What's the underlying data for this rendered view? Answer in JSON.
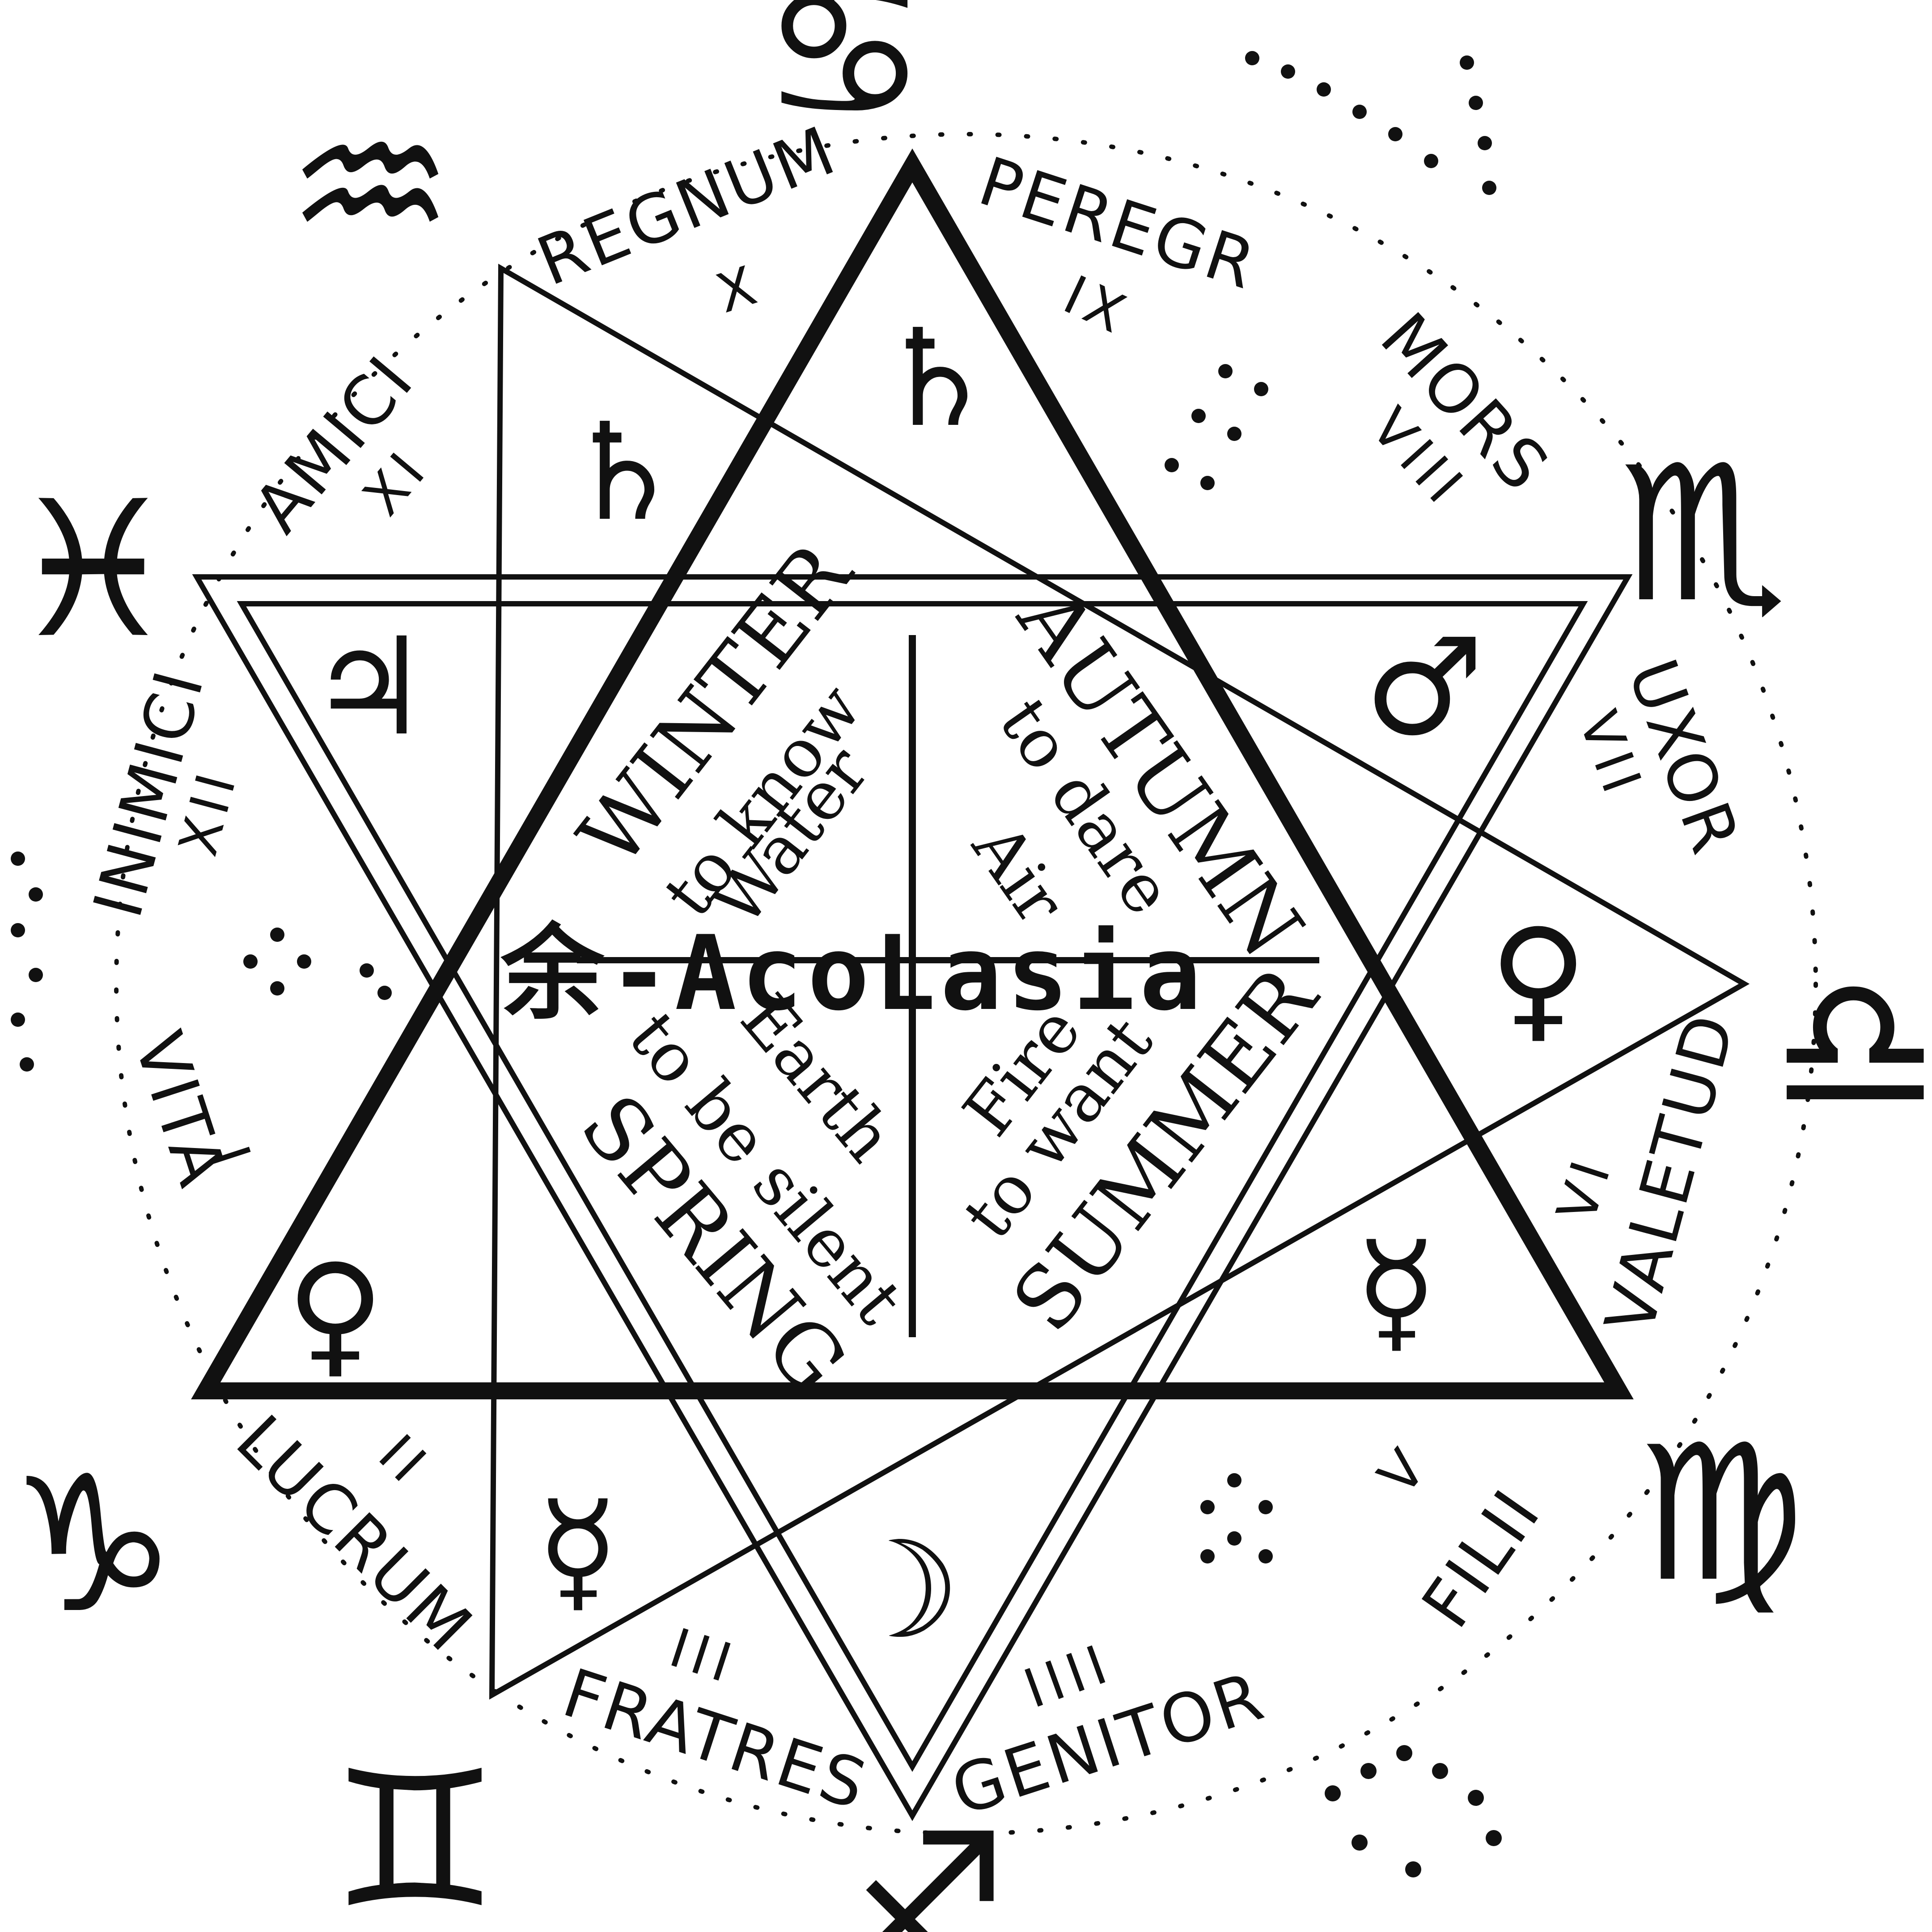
{
  "houses": [
    {
      "name": "REGNUM",
      "numeral": "X"
    },
    {
      "name": "PEREGR",
      "numeral": "IX"
    },
    {
      "name": "MORS",
      "numeral": "VIII"
    },
    {
      "name": "UXOR",
      "numeral": "VII"
    },
    {
      "name": "VALETUD",
      "numeral": "VI"
    },
    {
      "name": "FILII",
      "numeral": "V"
    },
    {
      "name": "GENITOR",
      "numeral": "IIII"
    },
    {
      "name": "FRATRES",
      "numeral": "III"
    },
    {
      "name": "LUCRUM",
      "numeral": "II"
    },
    {
      "name": "VITA",
      "numeral": "I"
    },
    {
      "name": "INIMICI",
      "numeral": "XII"
    },
    {
      "name": "AMICI",
      "numeral": "XI"
    }
  ],
  "quadrants": {
    "winter": {
      "season": "WINTER",
      "verb": "to know",
      "element": "Water"
    },
    "autumn": {
      "season": "AUTUMN",
      "verb": "to dare",
      "element": "Air"
    },
    "spring": {
      "season": "SPRING",
      "verb": "to be silent",
      "element": "Earth"
    },
    "summer": {
      "season": "SUMMER",
      "verb": "to want",
      "element": "Fire"
    }
  },
  "overlay_title": "余-AcoLasia",
  "planet_icons": [
    "saturn-icon",
    "saturn-icon",
    "jupiter-icon",
    "mars-icon",
    "venus-icon",
    "mercury-icon",
    "moon-icon",
    "mercury-icon",
    "venus-icon"
  ],
  "zodiac_icons": [
    "aquarius-icon",
    "cancer-icon",
    "pisces-icon",
    "scorpio-icon",
    "capricorn-icon",
    "libra-icon",
    "virgo-icon",
    "gemini-icon",
    "sagittarius-icon"
  ],
  "colors": {
    "ink": "#111111",
    "paper": "#ffffff"
  }
}
